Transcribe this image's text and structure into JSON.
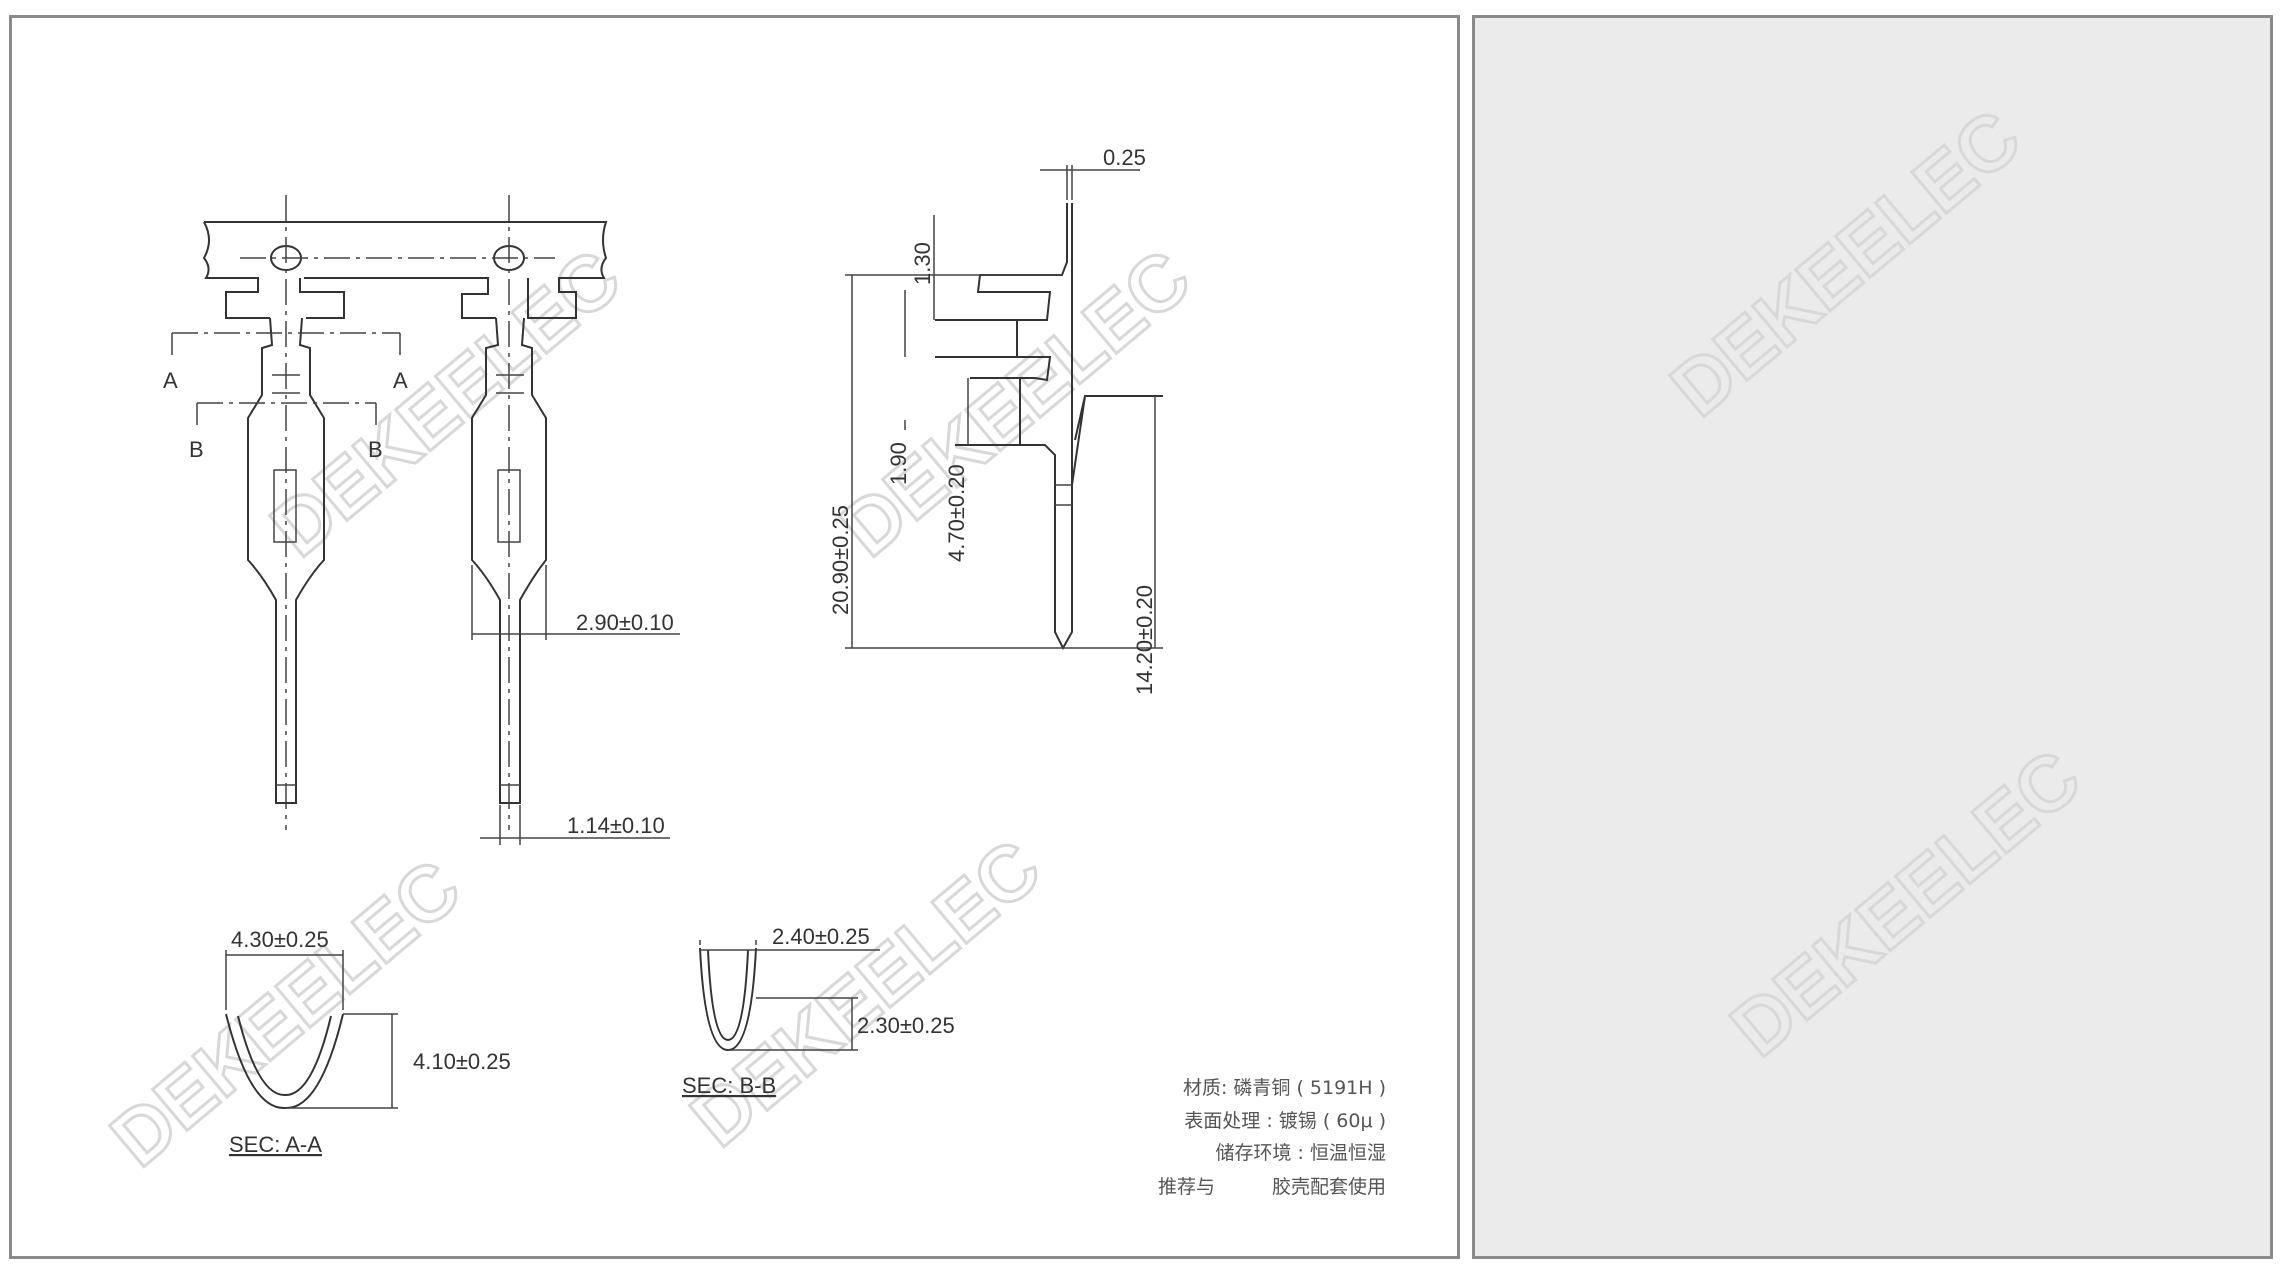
{
  "watermark": "DEKEELEC",
  "front_view": {
    "section_labels": {
      "a_left": "A",
      "a_right": "A",
      "b_left": "B",
      "b_right": "B"
    },
    "dim_width": "2.90±0.10",
    "dim_pin": "1.14±0.10"
  },
  "side_view": {
    "dim_thickness": "0.25",
    "dim_1_30": "1.30",
    "dim_1_90": "1.90",
    "dim_4_70": "4.70±0.20",
    "dim_total": "20.90±0.25",
    "dim_14_20": "14.20±0.20"
  },
  "section_aa": {
    "width": "4.30±0.25",
    "height": "4.10±0.25",
    "label": "SEC: A-A"
  },
  "section_bb": {
    "width": "2.40±0.25",
    "height": "2.30±0.25",
    "label": "SEC: B-B"
  },
  "notes": [
    "材质: 磷青铜 ( 5191H )",
    "表面处理 : 镀锡 ( 60μ )",
    "储存环境 : 恒温恒湿",
    "推荐与　　　胶壳配套使用"
  ],
  "colors": {
    "frame": "#8a8a8a",
    "right_panel": "#ebebeb",
    "line": "#333333"
  }
}
